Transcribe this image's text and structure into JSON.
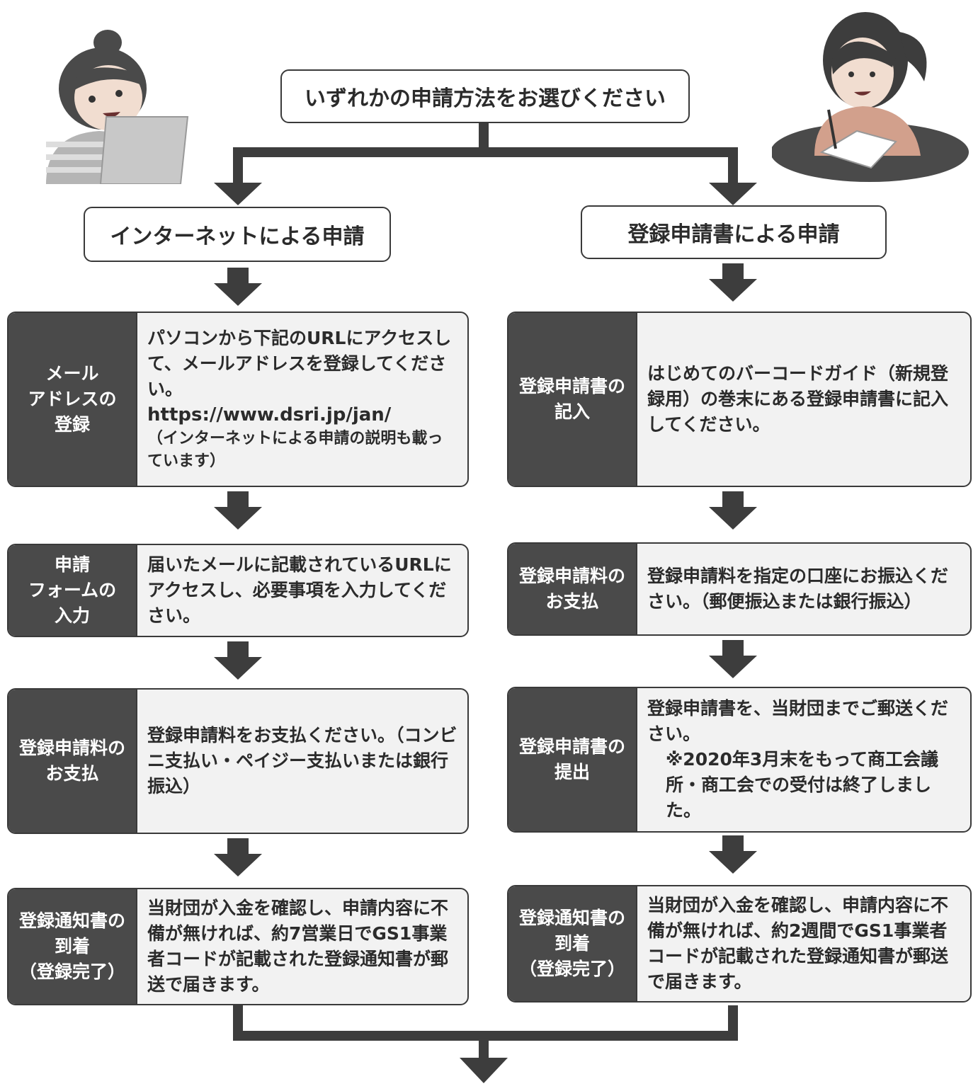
{
  "top": {
    "title": "いずれかの申請方法をお選びください"
  },
  "left": {
    "title": "インターネットによる申請",
    "steps": [
      {
        "label": [
          "メール",
          "アドレスの",
          "登録"
        ],
        "text": "パソコンから下記のURLにアクセスして、メールアドレスを登録してください。",
        "url": "https://www.dsri.jp/jan/",
        "note": "（インターネットによる申請の説明も載っています）"
      },
      {
        "label": [
          "申請",
          "フォームの",
          "入力"
        ],
        "text": "届いたメールに記載されているURLにアクセスし、必要事項を入力してください。"
      },
      {
        "label": [
          "登録申請料の",
          "お支払"
        ],
        "text": "登録申請料をお支払ください。（コンビニ支払い・ペイジー支払いまたは銀行振込）"
      },
      {
        "label": [
          "登録通知書の",
          "到着",
          "（登録完了）"
        ],
        "text": "当財団が入金を確認し、申請内容に不備が無ければ、約7営業日でGS1事業者コードが記載された登録通知書が郵送で届きます。"
      }
    ]
  },
  "right": {
    "title": "登録申請書による申請",
    "steps": [
      {
        "label": [
          "登録申請書の",
          "記入"
        ],
        "text": "はじめてのバーコードガイド（新規登録用）の巻末にある登録申請書に記入してください。"
      },
      {
        "label": [
          "登録申請料の",
          "お支払"
        ],
        "text": "登録申請料を指定の口座にお振込ください。（郵便振込または銀行振込）"
      },
      {
        "label": [
          "登録申請書の",
          "提出"
        ],
        "text": "登録申請書を、当財団までご郵送ください。",
        "note": "※2020年3月末をもって商工会議所・商工会での受付は終了しました。"
      },
      {
        "label": [
          "登録通知書の",
          "到着",
          "（登録完了）"
        ],
        "text": "当財団が入金を確認し、申請内容に不備が無ければ、約2週間でGS1事業者コードが記載された登録通知書が郵送で届きます。"
      }
    ]
  },
  "colors": {
    "dark": "#4a4a4a",
    "light": "#f2f2f2",
    "line": "#3a3a3a"
  },
  "icons": {
    "left_person": "person-with-laptop-icon",
    "right_person": "person-writing-icon"
  }
}
